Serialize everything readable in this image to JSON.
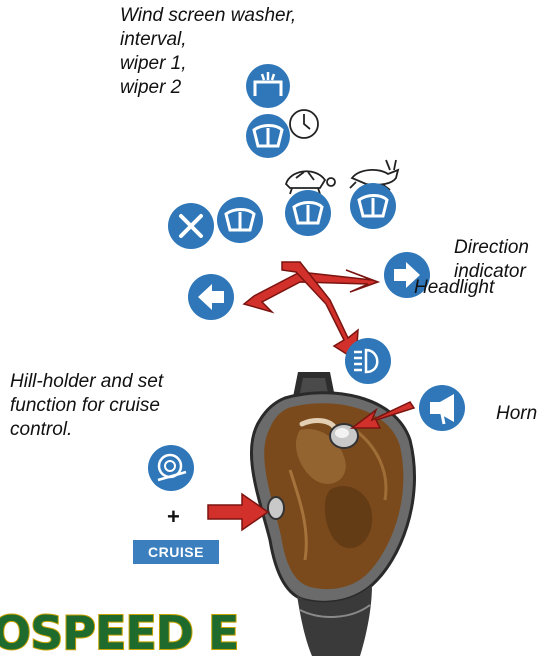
{
  "labels": {
    "washer": [
      "Wind screen washer,",
      "interval,",
      "wiper 1,",
      "wiper 2"
    ],
    "direction": [
      "Direction",
      "indicator"
    ],
    "headlight": "Headlight",
    "hill": [
      "Hill-holder and set",
      "function for cruise",
      "control."
    ],
    "horn": "Horn",
    "plus": "+",
    "cruise": "CRUISE",
    "brand": "OSPEED E"
  },
  "icons": {
    "washer": "windscreen-washer-icon",
    "interval": "wiper-interval-icon",
    "off": "wiper-off-icon",
    "wiper1": "wiper-slow-icon",
    "wiper2": "wiper-medium-icon",
    "wiper3": "wiper-fast-icon",
    "left": "left-arrow-icon",
    "right": "right-arrow-icon",
    "headlight": "headlight-icon",
    "horn": "horn-icon",
    "hillholder": "hill-holder-icon"
  },
  "colors": {
    "icon_blue": "#2f77b8",
    "arrow_red": "#d2302a",
    "handle_brown": "#7a4a1c",
    "handle_dark": "#2a2a2a",
    "cruise_bg": "#3b7fbf",
    "brand_green": "#1e6b2d",
    "brand_gold": "#c9a200"
  }
}
